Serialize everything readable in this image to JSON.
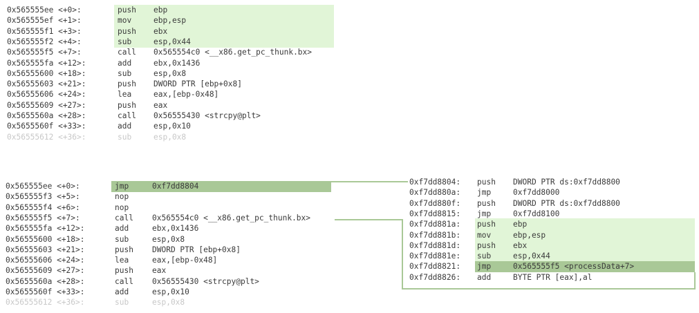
{
  "colors": {
    "highlight_light": "#e1f5d7",
    "highlight_dark": "#a9c897",
    "connector": "#a9c897"
  },
  "original": {
    "rows": [
      {
        "addr": "0x565555ee <+0>:",
        "mn": "push",
        "op": "ebp"
      },
      {
        "addr": "0x565555ef <+1>:",
        "mn": "mov",
        "op": "ebp,esp"
      },
      {
        "addr": "0x565555f1 <+3>:",
        "mn": "push",
        "op": "ebx"
      },
      {
        "addr": "0x565555f2 <+4>:",
        "mn": "sub",
        "op": "esp,0x44"
      },
      {
        "addr": "0x565555f5 <+7>:",
        "mn": "call",
        "op": "0x565554c0 <__x86.get_pc_thunk.bx>"
      },
      {
        "addr": "0x565555fa <+12>:",
        "mn": "add",
        "op": "ebx,0x1436"
      },
      {
        "addr": "0x56555600 <+18>:",
        "mn": "sub",
        "op": "esp,0x8"
      },
      {
        "addr": "0x56555603 <+21>:",
        "mn": "push",
        "op": "DWORD PTR [ebp+0x8]"
      },
      {
        "addr": "0x56555606 <+24>:",
        "mn": "lea",
        "op": "eax,[ebp-0x48]"
      },
      {
        "addr": "0x56555609 <+27>:",
        "mn": "push",
        "op": "eax"
      },
      {
        "addr": "0x5655560a <+28>:",
        "mn": "call",
        "op": "0x56555430 <strcpy@plt>"
      },
      {
        "addr": "0x5655560f <+33>:",
        "mn": "add",
        "op": "esp,0x10"
      },
      {
        "addr": "0x56555612 <+36>:",
        "mn": "sub",
        "op": "esp,0x8"
      }
    ]
  },
  "patched": {
    "rows": [
      {
        "addr": "0x565555ee <+0>:",
        "mn": "jmp",
        "op": "0xf7dd8804"
      },
      {
        "addr": "0x565555f3 <+5>:",
        "mn": "nop",
        "op": ""
      },
      {
        "addr": "0x565555f4 <+6>:",
        "mn": "nop",
        "op": ""
      },
      {
        "addr": "0x565555f5 <+7>:",
        "mn": "call",
        "op": "0x565554c0 <__x86.get_pc_thunk.bx>"
      },
      {
        "addr": "0x565555fa <+12>:",
        "mn": "add",
        "op": "ebx,0x1436"
      },
      {
        "addr": "0x56555600 <+18>:",
        "mn": "sub",
        "op": "esp,0x8"
      },
      {
        "addr": "0x56555603 <+21>:",
        "mn": "push",
        "op": "DWORD PTR [ebp+0x8]"
      },
      {
        "addr": "0x56555606 <+24>:",
        "mn": "lea",
        "op": "eax,[ebp-0x48]"
      },
      {
        "addr": "0x56555609 <+27>:",
        "mn": "push",
        "op": "eax"
      },
      {
        "addr": "0x5655560a <+28>:",
        "mn": "call",
        "op": "0x56555430 <strcpy@plt>"
      },
      {
        "addr": "0x5655560f <+33>:",
        "mn": "add",
        "op": "esp,0x10"
      },
      {
        "addr": "0x56555612 <+36>:",
        "mn": "sub",
        "op": "esp,0x8"
      }
    ]
  },
  "trampoline": {
    "rows": [
      {
        "addr": "0xf7dd8804:",
        "mn": "push",
        "op": "DWORD PTR ds:0xf7dd8800"
      },
      {
        "addr": "0xf7dd880a:",
        "mn": "jmp",
        "op": "0xf7dd8000"
      },
      {
        "addr": "0xf7dd880f:",
        "mn": "push",
        "op": "DWORD PTR ds:0xf7dd8800"
      },
      {
        "addr": "0xf7dd8815:",
        "mn": "jmp",
        "op": "0xf7dd8100"
      },
      {
        "addr": "0xf7dd881a:",
        "mn": "push",
        "op": "ebp"
      },
      {
        "addr": "0xf7dd881b:",
        "mn": "mov",
        "op": "ebp,esp"
      },
      {
        "addr": "0xf7dd881d:",
        "mn": "push",
        "op": "ebx"
      },
      {
        "addr": "0xf7dd881e:",
        "mn": "sub",
        "op": "esp,0x44"
      },
      {
        "addr": "0xf7dd8821:",
        "mn": "jmp",
        "op": "0x565555f5 <processData+7>"
      },
      {
        "addr": "0xf7dd8826:",
        "mn": "add",
        "op": "BYTE PTR [eax],al"
      }
    ]
  }
}
